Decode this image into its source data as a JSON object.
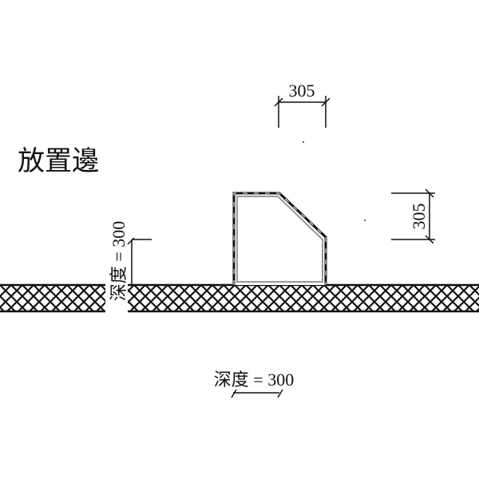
{
  "title": "放置邊",
  "dimensions": {
    "top_width": "305",
    "right_height": "305",
    "depth_vertical": "深度 = 300",
    "depth_bottom": "深度 = 300"
  },
  "colors": {
    "line": "#111111",
    "gray_outline": "#999999"
  }
}
